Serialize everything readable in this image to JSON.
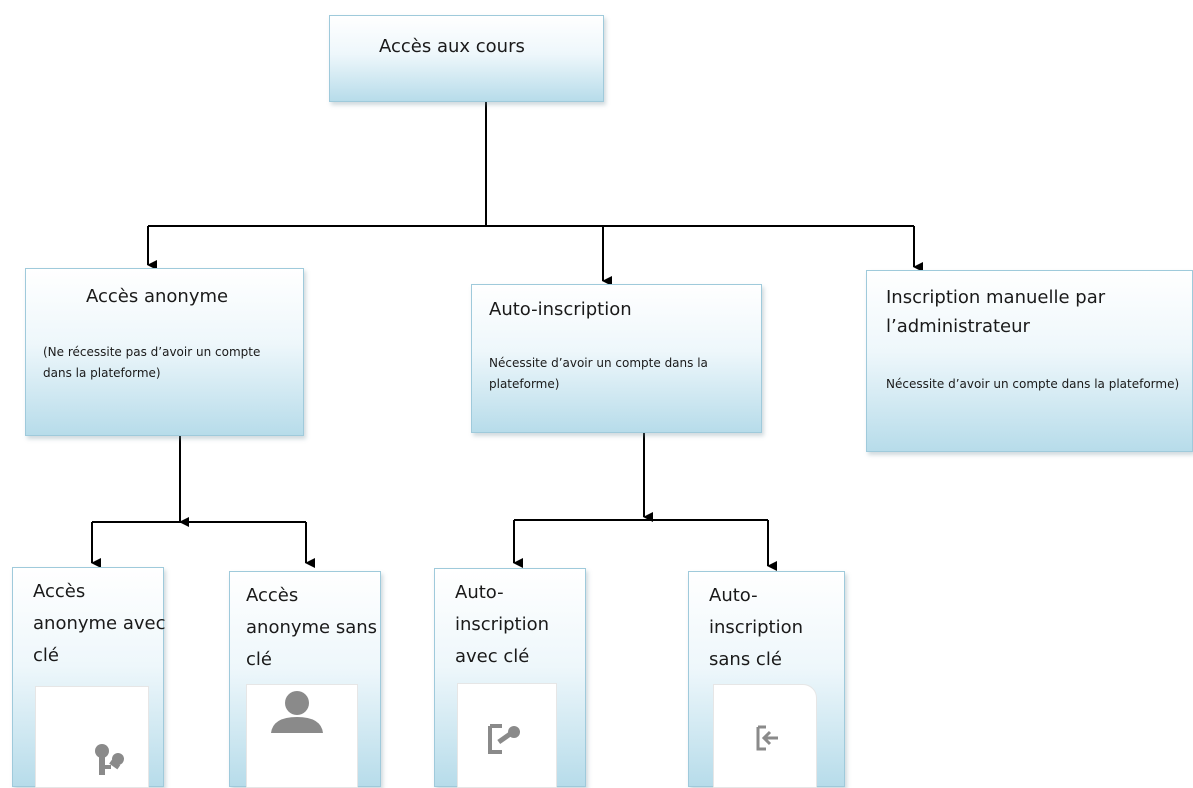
{
  "root": {
    "title": "Accès aux cours"
  },
  "anonyme": {
    "title": "Accès anonyme",
    "note": "(Ne récessite pas d’avoir un compte dans la plateforme)"
  },
  "auto": {
    "title": "Auto-inscription",
    "note": "Nécessite d’avoir un compte dans la plateforme)"
  },
  "manuelle": {
    "title": "Inscription manuelle par l’administrateur",
    "note": "Nécessite d’avoir un compte dans la plateforme)"
  },
  "leaves": [
    {
      "label": "Accès anonyme avec clé",
      "icon": "keys-icon"
    },
    {
      "label": "Accès anonyme sans clé",
      "icon": "user-icon"
    },
    {
      "label": "Auto-inscription avec clé",
      "icon": "enrol-key-icon"
    },
    {
      "label": "Auto-inscription sans clé",
      "icon": "sign-in-icon"
    }
  ],
  "colors": {
    "box_gradient_bottom": "#b7dcea",
    "box_border": "#9fcadb",
    "icon_gray": "#8a8a8a"
  }
}
